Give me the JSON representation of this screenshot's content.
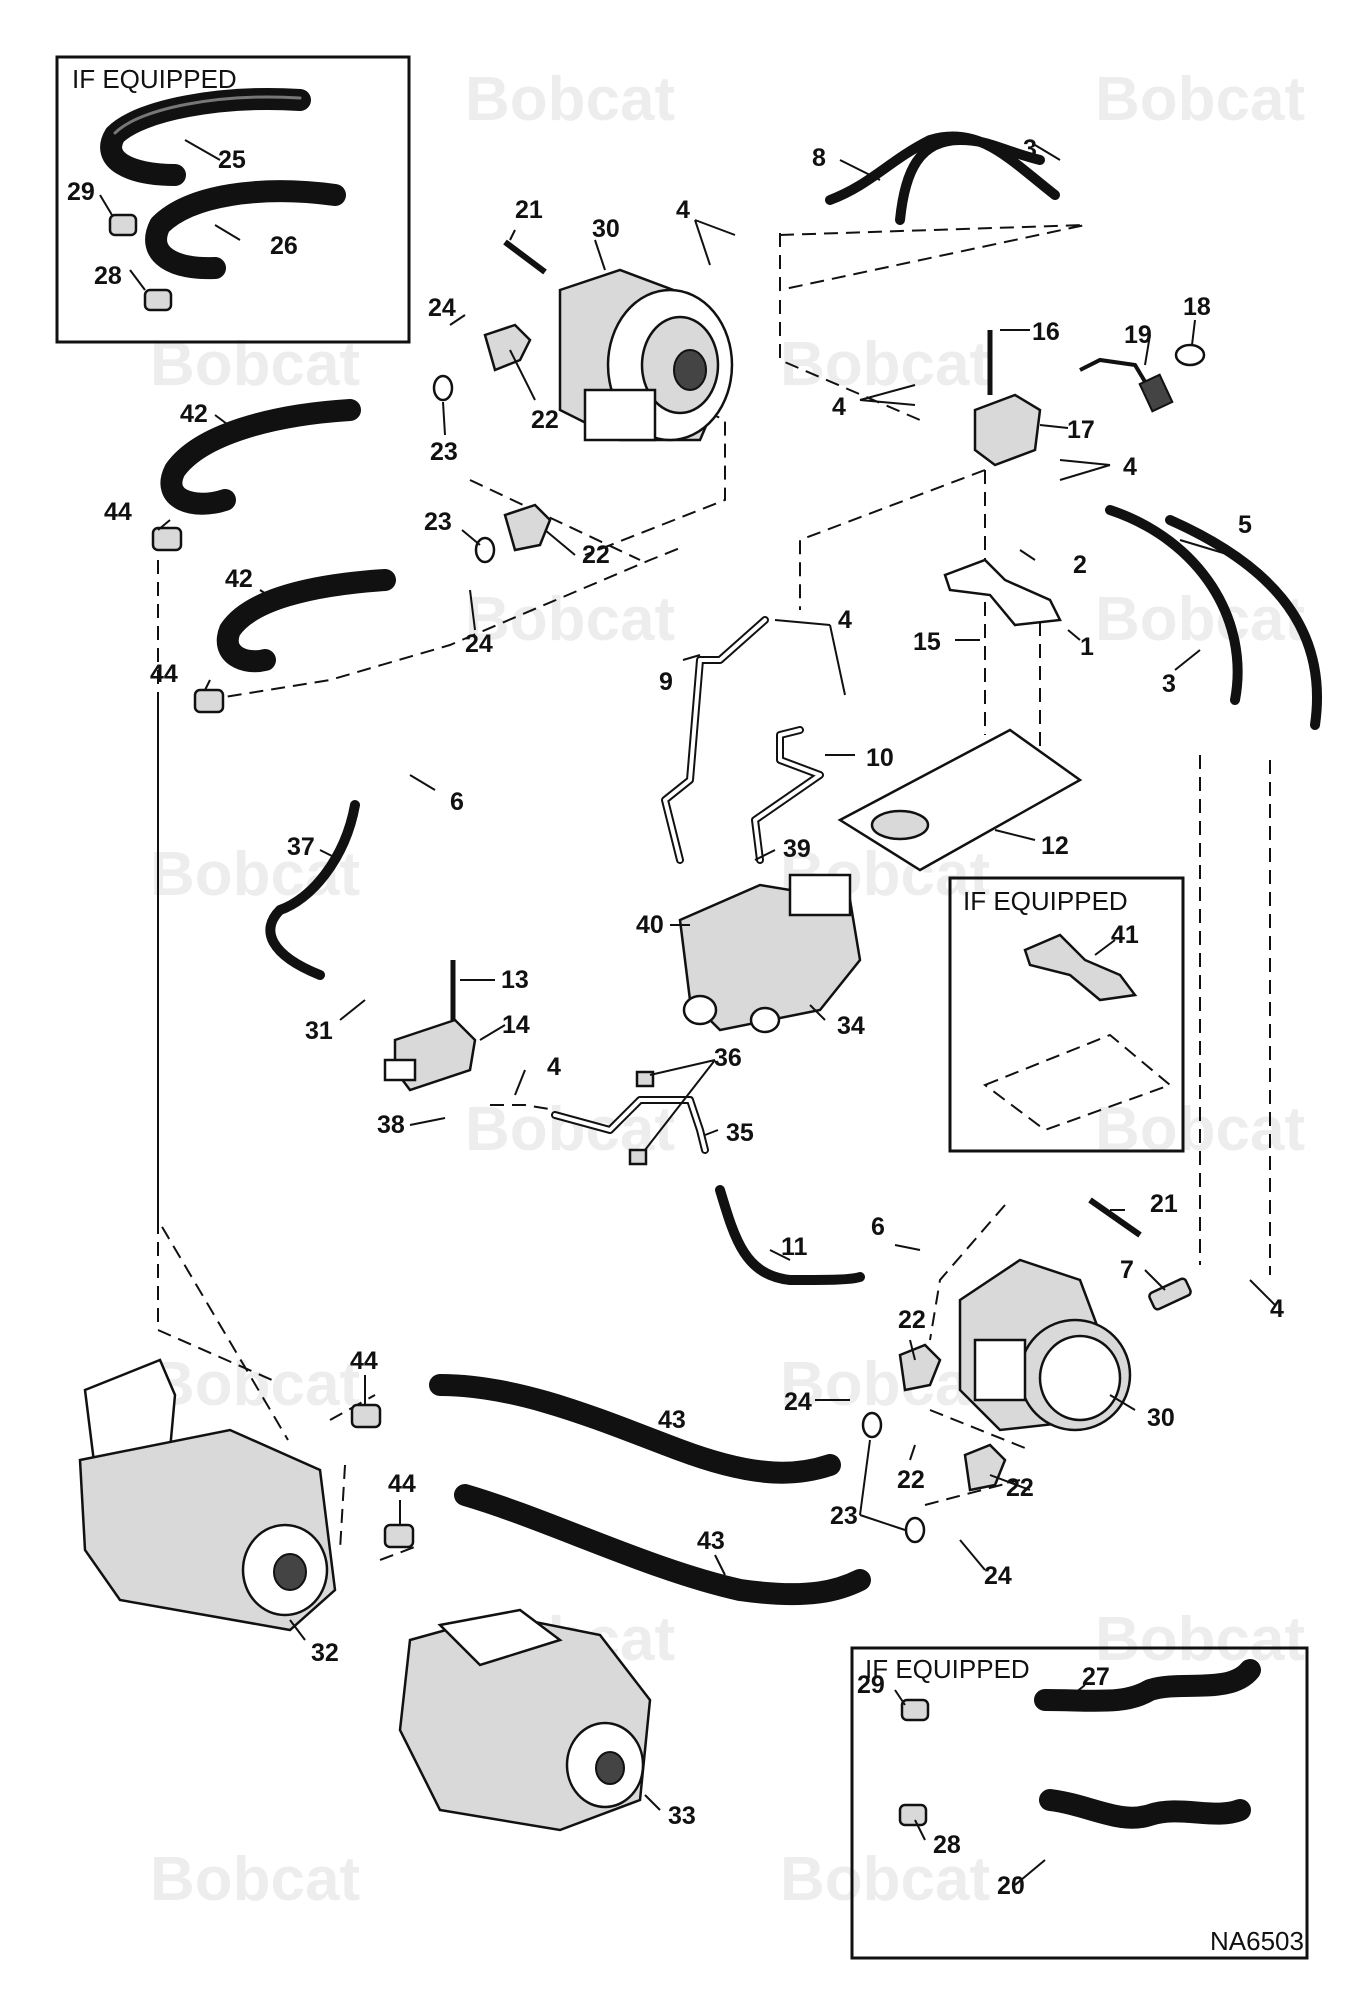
{
  "figure_id": "NA6503",
  "watermark": "Bobcat",
  "boxes": [
    {
      "id": "box-top-left",
      "title": "IF EQUIPPED"
    },
    {
      "id": "box-mid-right",
      "title": "IF EQUIPPED"
    },
    {
      "id": "box-bottom-right",
      "title": "IF EQUIPPED"
    }
  ],
  "callouts": [
    "1",
    "2",
    "3",
    "3",
    "4",
    "4",
    "4",
    "4",
    "4",
    "4",
    "5",
    "6",
    "6",
    "7",
    "8",
    "9",
    "10",
    "11",
    "12",
    "13",
    "14",
    "15",
    "16",
    "17",
    "18",
    "19",
    "20",
    "21",
    "21",
    "22",
    "22",
    "22",
    "22",
    "22",
    "23",
    "23",
    "23",
    "24",
    "24",
    "24",
    "24",
    "25",
    "26",
    "27",
    "28",
    "28",
    "29",
    "29",
    "30",
    "30",
    "31",
    "32",
    "33",
    "34",
    "35",
    "36",
    "37",
    "38",
    "39",
    "40",
    "41",
    "42",
    "42",
    "43",
    "43",
    "44",
    "44",
    "44",
    "44"
  ]
}
